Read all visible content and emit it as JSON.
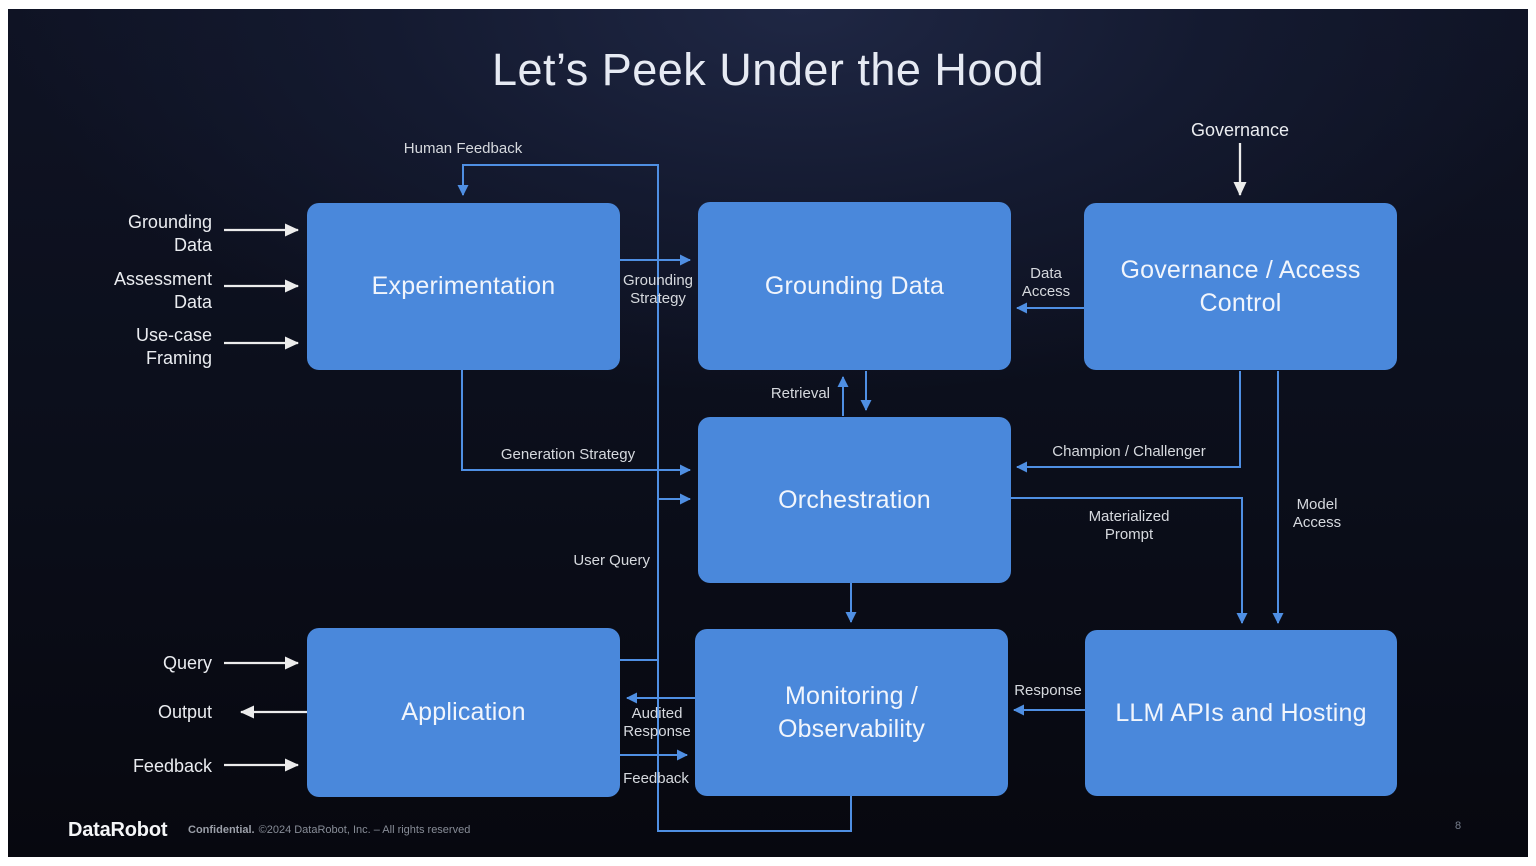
{
  "title": "Let’s Peek Under the Hood",
  "page_number": "8",
  "footer": {
    "logo": "DataRobot",
    "confidential": "Confidential.",
    "rights": "©2024 DataRobot, Inc. – All rights reserved"
  },
  "boxes": {
    "experimentation": "Experimentation",
    "grounding_data": "Grounding Data",
    "governance": "Governance / Access Control",
    "orchestration": "Orchestration",
    "application": "Application",
    "monitoring": "Monitoring / Observability",
    "llm": "LLM APIs and Hosting"
  },
  "edge_labels": {
    "human_feedback": "Human Feedback",
    "grounding_strategy": "Grounding Strategy",
    "data_access": "Data Access",
    "governance_in": "Governance",
    "retrieval": "Retrieval",
    "generation_strategy": "Generation Strategy",
    "user_query": "User Query",
    "champion_challenger": "Champion / Challenger",
    "materialized_prompt": "Materialized Prompt",
    "model_access": "Model Access",
    "response": "Response",
    "audited_response": "Audited Response",
    "feedback": "Feedback"
  },
  "inputs": {
    "grounding_data": "Grounding Data",
    "assessment_data": "Assessment Data",
    "use_case_framing": "Use-case Framing",
    "query": "Query",
    "output": "Output",
    "feedback": "Feedback"
  },
  "colors": {
    "box_fill": "#4a88db",
    "connector_blue": "#4f8fe3",
    "white_arrow": "#ececec",
    "background_dark": "#0b0e1a"
  }
}
